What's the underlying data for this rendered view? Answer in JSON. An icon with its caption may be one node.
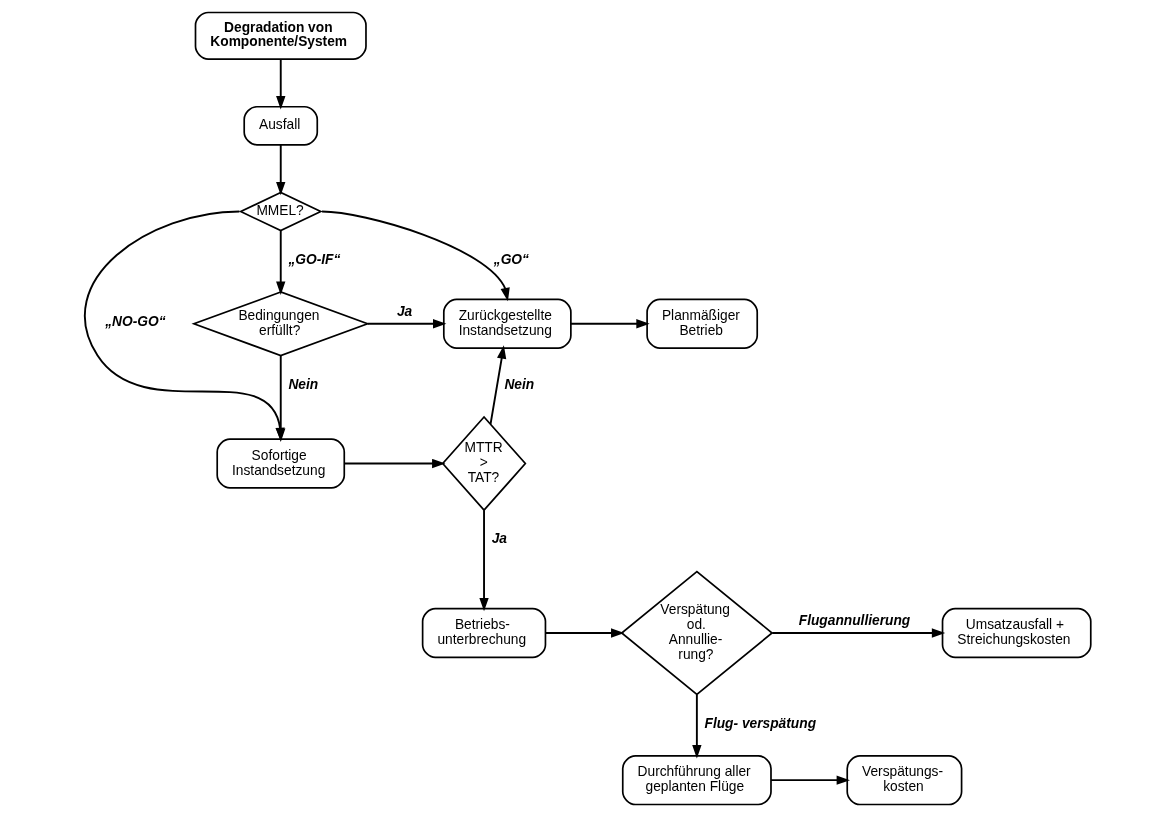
{
  "diagram": {
    "nodes": [
      {
        "text": [
          "Degradation von Komponente/System"
        ]
      },
      {
        "text": [
          "Ausfall"
        ]
      },
      {
        "text": [
          "MMEL?"
        ]
      },
      {
        "text": [
          "Bedingungen erfüllt?"
        ]
      },
      {
        "text": [
          "Zurückgestellte Instandsetzung"
        ]
      },
      {
        "text": [
          "Planmäßiger Betrieb"
        ]
      },
      {
        "text": [
          "Sofortige Instandsetzung"
        ]
      },
      {
        "text": [
          "MTTR > TAT?"
        ]
      },
      {
        "text": [
          "Durchführung aller geplanten Flüge"
        ]
      },
      {
        "text": [
          "Verspätungs- kosten"
        ]
      },
      {
        "text": [
          "Betriebs- unterbrechung"
        ]
      },
      {
        "text": [
          "Verspätung od. Annullie- rung?"
        ]
      },
      {
        "text": [
          "Umsatzausfall + Streichungskosten"
        ]
      }
    ],
    "edges": [
      {
        "from": 0,
        "to": 1,
        "arrow": "to"
      },
      {
        "from": 1,
        "to": 2,
        "arrow": "to"
      },
      {
        "from": 2,
        "to": 6,
        "arrow": "to",
        "label": "„NO-GO“"
      },
      {
        "from": 2,
        "to": 4,
        "arrow": "to",
        "label": "„GO“"
      },
      {
        "from": 2,
        "to": 3,
        "arrow": "to",
        "label": "„GO-IF“"
      },
      {
        "from": 3,
        "to": 6,
        "arrow": "to",
        "label": "Nein"
      },
      {
        "from": 3,
        "to": 4,
        "arrow": "to",
        "label": "Ja"
      },
      {
        "from": 4,
        "to": 5,
        "arrow": "to"
      },
      {
        "from": 6,
        "to": 7,
        "arrow": "to"
      },
      {
        "from": 7,
        "to": 4,
        "arrow": "to",
        "label": "Nein"
      },
      {
        "from": 7,
        "to": 10,
        "arrow": "to",
        "label": "Ja"
      },
      {
        "from": 10,
        "to": 11,
        "arrow": "to"
      },
      {
        "from": 11,
        "to": 8,
        "arrow": "to",
        "label": "Flug- verspätung"
      },
      {
        "from": 8,
        "to": 9,
        "arrow": "to"
      },
      {
        "from": 11,
        "to": 12,
        "arrow": "to",
        "label": "Flugannullierung"
      }
    ]
  }
}
